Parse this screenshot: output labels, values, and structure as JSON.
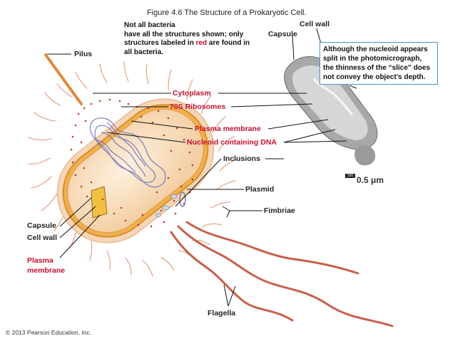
{
  "figure_title": "Figure 4.6 The Structure of a Prokaryotic Cell.",
  "note": {
    "line1": "Not all bacteria",
    "line2": "have all the structures shown; only",
    "line3_pre": "structures labeled in ",
    "line3_red": "red",
    "line3_post": " are found in",
    "line4": "all bacteria."
  },
  "callout_text": "Although the nucleoid appears split in the photomicrograph, the thinness of the “slice” does not convey the object's depth.",
  "labels": {
    "pilus": "Pilus",
    "cytoplasm": "Cytoplasm",
    "ribosomes": "70S Ribosomes",
    "plasma_membrane": "Plasma membrane",
    "nucleoid": "Nucleoid containing DNA",
    "inclusions": "Inclusions",
    "plasmid": "Plasmid",
    "fimbriae": "Fimbriae",
    "flagella": "Flagella",
    "capsule_left": "Capsule",
    "cell_wall_left": "Cell wall",
    "plasma_membrane_left_1": "Plasma",
    "plasma_membrane_left_2": "membrane",
    "capsule_top": "Capsule",
    "cell_wall_top": "Cell wall"
  },
  "scale": {
    "bar_label": "100",
    "value": "0.5 μm"
  },
  "credit": "© 2013 Pearson Education, Inc.",
  "colors": {
    "label_red": "#c8102e",
    "callout_border": "#4a90d9",
    "cell_wall": "#e0a030",
    "flagella": "#c8604a",
    "ribosome": "#c0392b",
    "nucleoid": "#6a6ab8"
  }
}
